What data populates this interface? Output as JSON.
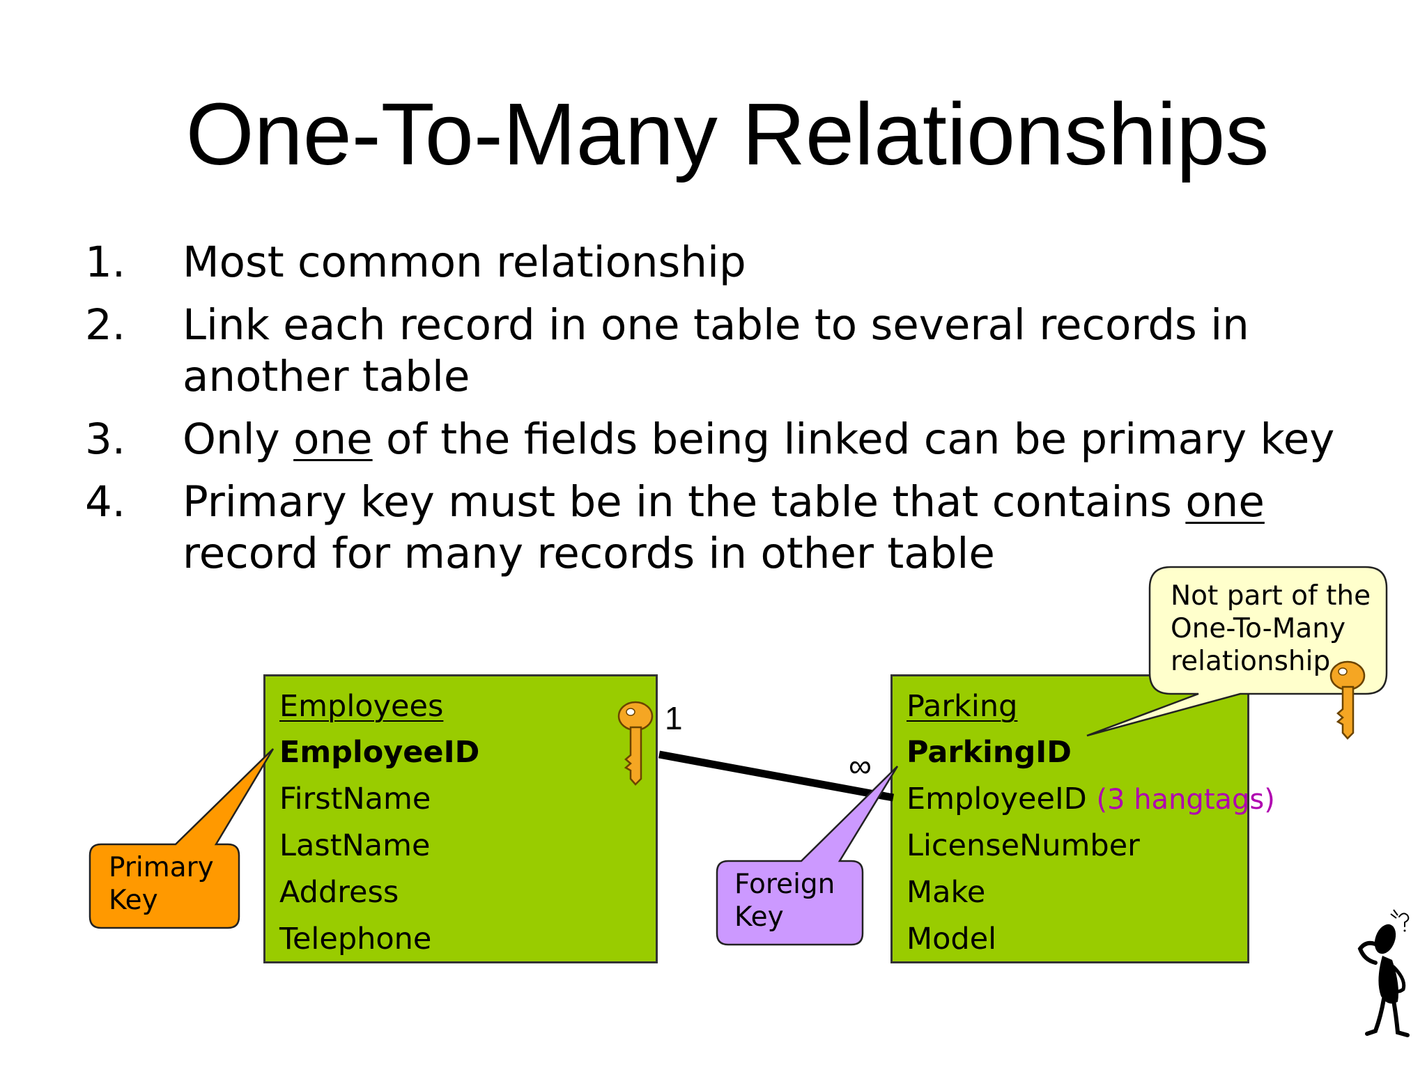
{
  "title": "One-To-Many Relationships",
  "bullets": [
    {
      "num": "1.",
      "text": "Most common relationship"
    },
    {
      "num": "2.",
      "text": "Link each record in one table to several records in another table"
    },
    {
      "num": "3.",
      "pre": "Only ",
      "u": "one",
      "post": " of the fields being linked can be primary key"
    },
    {
      "num": "4.",
      "pre": "Primary key must be in the table that contains ",
      "u": "one",
      "post": " record for many records in other table"
    }
  ],
  "employees": {
    "name": "Employees",
    "fields": [
      "EmployeeID",
      "FirstName",
      "LastName",
      "Address",
      "Telephone"
    ]
  },
  "parking": {
    "name": "Parking",
    "fields": [
      "ParkingID",
      "EmployeeID",
      "LicenseNumber",
      "Make",
      "Model"
    ],
    "annotation": "(3 hangtags)"
  },
  "relationship": {
    "one_label": "1",
    "many_label": "∞"
  },
  "callouts": {
    "primary_key": [
      "Primary",
      "Key"
    ],
    "foreign_key": [
      "Foreign",
      "Key"
    ],
    "not_part": [
      "Not part of the",
      "One-To-Many",
      "relationship"
    ]
  },
  "colors": {
    "table_fill": "#99cc00",
    "primary_key_callout": "#ff9900",
    "foreign_key_callout": "#cc99ff",
    "note_callout": "#ffffcc",
    "key_icon": "#f5a623",
    "hangtags_text": "#b000b0"
  },
  "icons": [
    "key-icon",
    "thinking-figure-icon"
  ]
}
